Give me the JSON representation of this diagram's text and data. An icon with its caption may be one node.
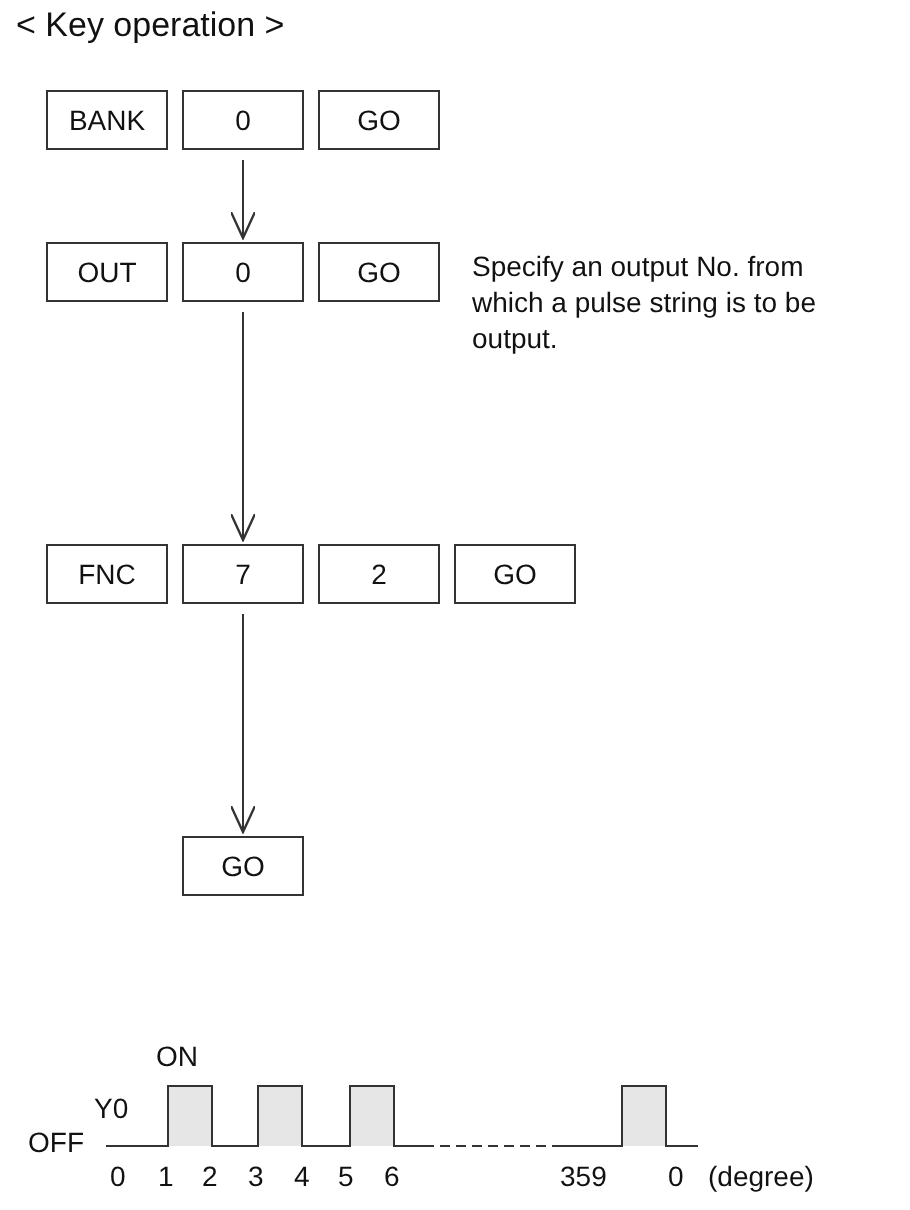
{
  "diagram": {
    "title": "< Key operation >",
    "nodes": [
      {
        "text": [
          "BANK"
        ]
      },
      {
        "text": [
          "0"
        ]
      },
      {
        "text": [
          "GO"
        ]
      },
      {
        "text": [
          "OUT"
        ]
      },
      {
        "text": [
          "0"
        ]
      },
      {
        "text": [
          "GO"
        ]
      },
      {
        "text": [
          "FNC"
        ]
      },
      {
        "text": [
          "7"
        ]
      },
      {
        "text": [
          "2"
        ]
      },
      {
        "text": [
          "GO"
        ]
      },
      {
        "text": [
          "GO"
        ]
      }
    ],
    "edges": [
      {
        "from": 1,
        "to": 4,
        "arrow": "to"
      },
      {
        "from": 4,
        "to": 7,
        "arrow": "to"
      },
      {
        "from": 7,
        "to": 10,
        "arrow": "to"
      }
    ],
    "labels": [
      "Specify an output No. from which a pulse string is to be output.",
      "ON",
      "Y0",
      "OFF",
      "0",
      "1",
      "2",
      "3",
      "4",
      "5",
      "6",
      "359",
      "0",
      "(degree)"
    ]
  }
}
